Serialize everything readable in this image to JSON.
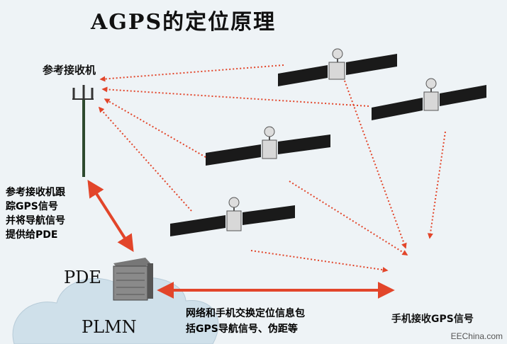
{
  "title": "AGPS的定位原理",
  "reference_receiver_label": "参考接收机",
  "reference_description_lines": [
    "参考接收机跟",
    "踪GPS信号",
    "并将导航信号",
    "提供给PDE"
  ],
  "pde_label": "PDE",
  "plmn_label": "PLMN",
  "exchange_lines": [
    "网络和手机交换定位信息包",
    "括GPS导航信号、伪距等"
  ],
  "phone_label": "手机接收GPS信号",
  "watermark": "EEChina.com",
  "colors": {
    "arrow": "#e2452a",
    "cloud": "#cfe0ea",
    "panel": "#1a1a1a"
  }
}
